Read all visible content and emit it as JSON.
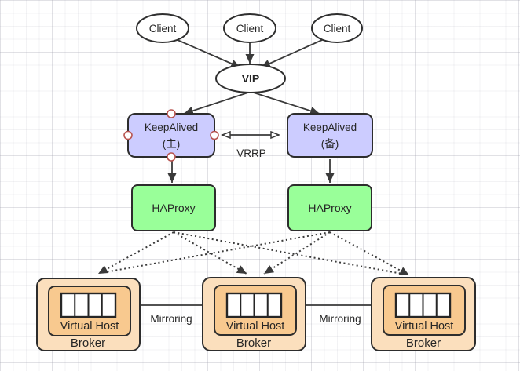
{
  "nodes": {
    "clients": [
      "Client",
      "Client",
      "Client"
    ],
    "vip": "VIP",
    "keepalived_primary": {
      "title": "KeepAlived",
      "subtitle": "(主)"
    },
    "keepalived_backup": {
      "title": "KeepAlived",
      "subtitle": "(备)"
    },
    "haproxy_left": "HAProxy",
    "haproxy_right": "HAProxy",
    "brokers": [
      {
        "virtual_host": "Virtual Host",
        "label": "Broker"
      },
      {
        "virtual_host": "Virtual Host",
        "label": "Broker"
      },
      {
        "virtual_host": "Virtual Host",
        "label": "Broker"
      }
    ]
  },
  "edges": {
    "vrrp_label": "VRRP",
    "mirroring_labels": [
      "Mirroring",
      "Mirroring"
    ]
  },
  "colors": {
    "keepalived_fill": "#CCCCFF",
    "haproxy_fill": "#99FF99",
    "broker_outer_fill": "#FBDFBD",
    "broker_inner_fill": "#F8C98F",
    "node_stroke": "#2D2D2D",
    "edge_stroke": "#3A3A3A",
    "connection_point_stroke": "#B85450",
    "text": "#262626"
  }
}
